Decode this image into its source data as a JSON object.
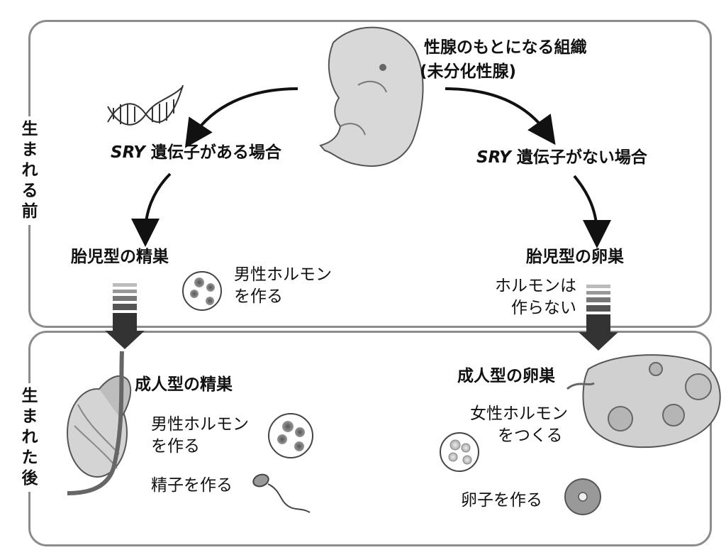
{
  "side_labels": {
    "before": [
      "生",
      "ま",
      "れ",
      "る",
      "前"
    ],
    "after": [
      "生",
      "ま",
      "れ",
      "た",
      "後"
    ]
  },
  "top": {
    "tissue_title": "性腺のもとになる組織",
    "tissue_sub": "(未分化性腺)",
    "sry_yes_gene": "SRY",
    "sry_yes_text": " 遺伝子がある場合",
    "sry_no_gene": "SRY",
    "sry_no_text": " 遺伝子がない場合",
    "fetal_testis": "胎児型の精巣",
    "fetal_testis_note_1": "男性ホルモン",
    "fetal_testis_note_2": "を作る",
    "fetal_ovary": "胎児型の卵巣",
    "fetal_ovary_note_1": "ホルモンは",
    "fetal_ovary_note_2": "作らない"
  },
  "bottom": {
    "adult_testis": "成人型の精巣",
    "adult_testis_hormone_1": "男性ホルモン",
    "adult_testis_hormone_2": "を作る",
    "adult_testis_sperm": "精子を作る",
    "adult_ovary": "成人型の卵巣",
    "adult_ovary_hormone_1": "女性ホルモン",
    "adult_ovary_hormone_2": "をつくる",
    "adult_ovary_egg": "卵子を作る"
  },
  "colors": {
    "panel_border": "#8c8c8c",
    "arrow": "#111111",
    "block_arrow": "#333333"
  }
}
